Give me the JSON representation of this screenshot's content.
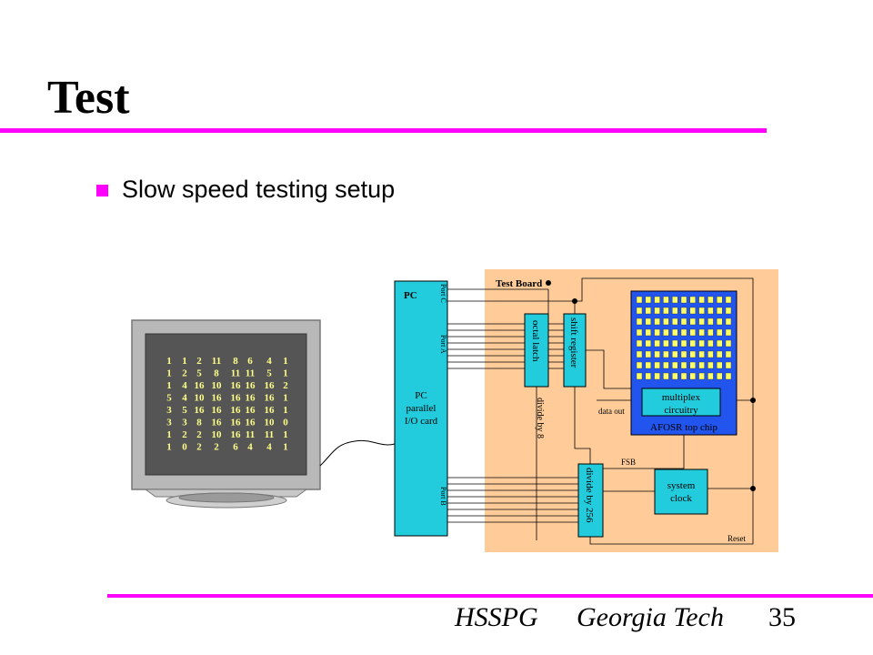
{
  "slide": {
    "title": "Test",
    "bullet": "Slow speed testing setup",
    "footer_org": "HSSPG",
    "footer_school": "Georgia Tech",
    "page_number": "35"
  },
  "diagram": {
    "pc_title": "PC",
    "pc_card": [
      "PC",
      "parallel",
      "I/O card"
    ],
    "port_c": "Port C",
    "port_a": "Port A",
    "port_b": "Port B",
    "test_board": "Test Board",
    "octal_latch": "octal latch",
    "shift_register": "shift register",
    "divide_by_8": "divide by 8",
    "divide_by_256": "divide by 256",
    "multiplex": [
      "multiplex",
      "circuitry"
    ],
    "afosr": "AFOSR top chip",
    "data_out": "data out",
    "fsb": "FSB",
    "system_clock": [
      "system",
      "clock"
    ],
    "reset": "Reset",
    "monitor_rows": [
      [
        "1",
        "1",
        "2",
        "11",
        "8",
        "6",
        "4",
        "1"
      ],
      [
        "1",
        "2",
        "5",
        "8",
        "11",
        "11",
        "5",
        "1"
      ],
      [
        "1",
        "4",
        "16",
        "10",
        "16",
        "16",
        "16",
        "2"
      ],
      [
        "5",
        "4",
        "10",
        "16",
        "16",
        "16",
        "16",
        "1"
      ],
      [
        "3",
        "5",
        "16",
        "16",
        "16",
        "16",
        "16",
        "1"
      ],
      [
        "3",
        "3",
        "8",
        "16",
        "16",
        "16",
        "10",
        "0"
      ],
      [
        "1",
        "2",
        "2",
        "10",
        "16",
        "11",
        "11",
        "1"
      ],
      [
        "1",
        "0",
        "2",
        "2",
        "6",
        "4",
        "4",
        "1"
      ]
    ]
  },
  "colors": {
    "accent": "#ff00ff",
    "board": "#ffcc99",
    "chip": "#22ccdd",
    "top_chip": "#2255ee",
    "cell": "#ffff66",
    "monitor_text": "#ffff88"
  }
}
